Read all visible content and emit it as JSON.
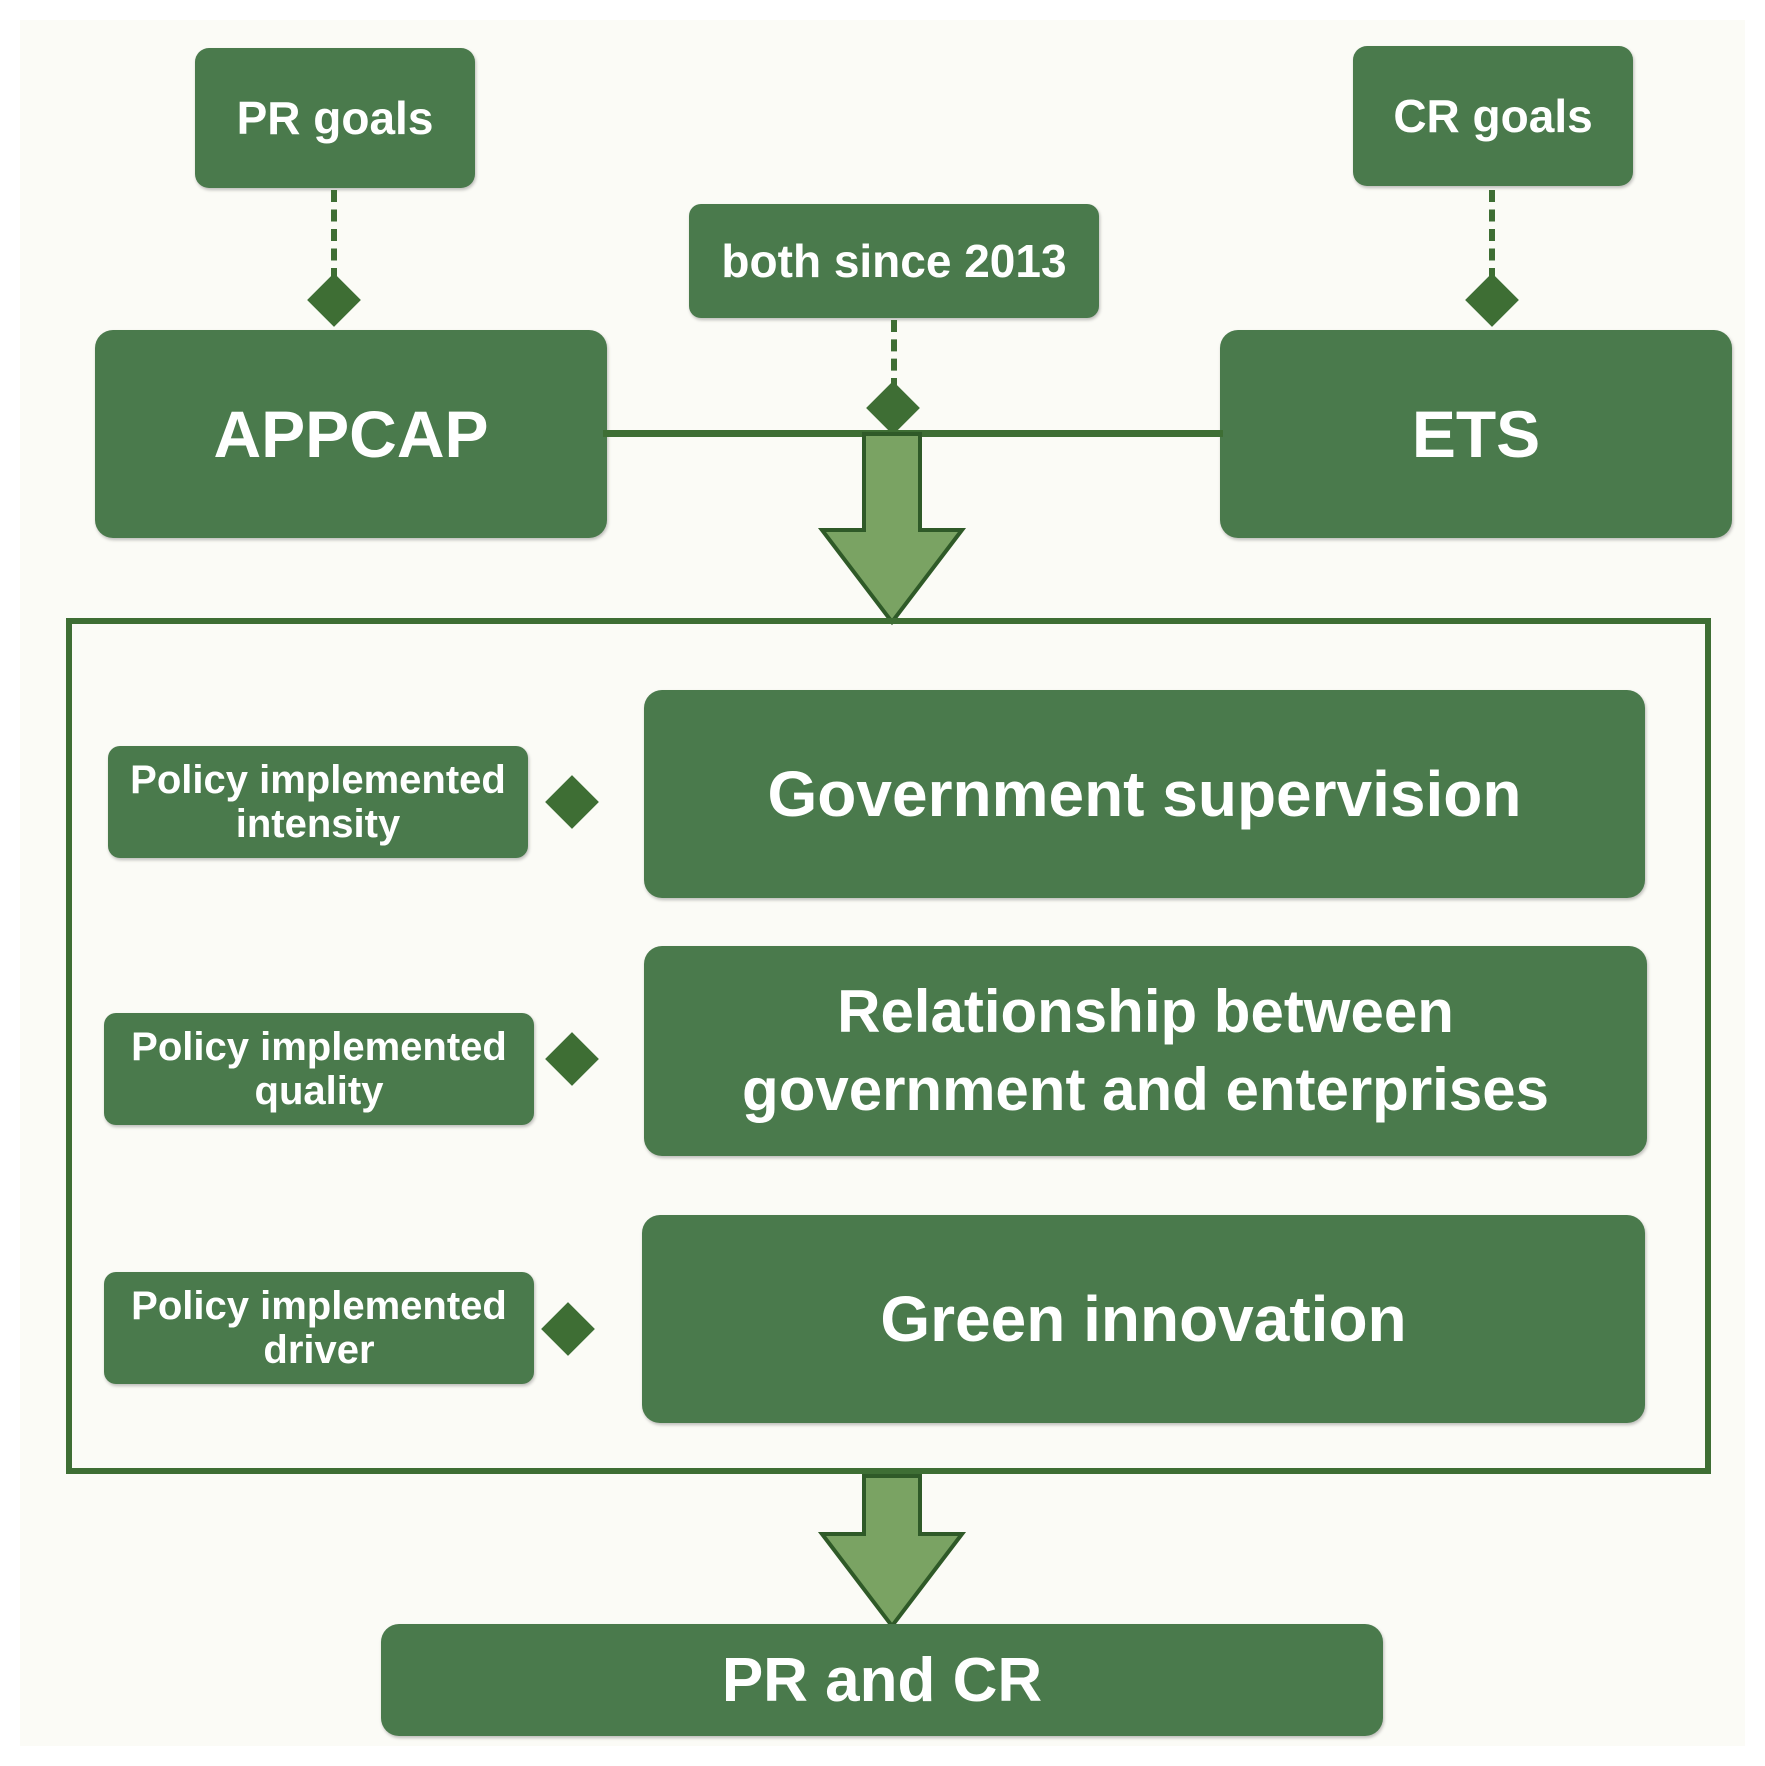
{
  "top": {
    "pr_goals": "PR goals",
    "cr_goals": "CR goals",
    "both_since": "both since 2013",
    "appcap": "APPCAP",
    "ets": "ETS"
  },
  "mechanisms": [
    {
      "condition": [
        "Policy implemented",
        "intensity"
      ],
      "label": [
        "Government supervision"
      ]
    },
    {
      "condition": [
        "Policy implemented",
        "quality"
      ],
      "label": [
        "Relationship between",
        "government and enterprises"
      ]
    },
    {
      "condition": [
        "Policy implemented",
        "driver"
      ],
      "label": [
        "Green innovation"
      ]
    }
  ],
  "outcome": "PR and CR",
  "colors": {
    "box_fill": "#4a7a4c",
    "connector": "#3e6e34",
    "arrow_fill": "#7aa363",
    "background": "#fbfbf6"
  }
}
